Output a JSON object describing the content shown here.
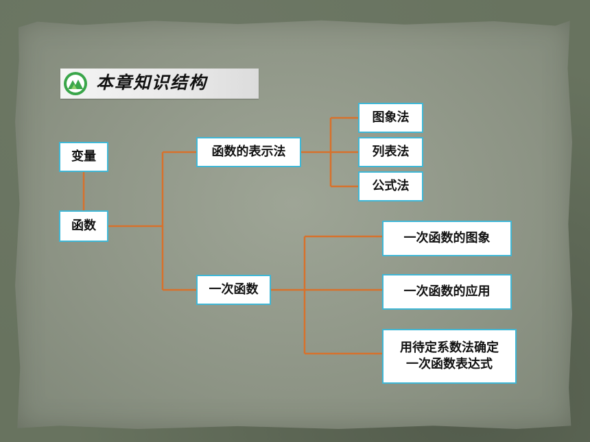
{
  "header": {
    "title": "本章知识结构",
    "icon": "mountain-logo-icon"
  },
  "colors": {
    "connector": "#d8712b",
    "node_border": "#3fb7d6",
    "node_fill": "#ffffff",
    "paper": "#9ea596",
    "frame": "#68735f"
  },
  "diagram": {
    "nodes": {
      "bianliang": "变量",
      "hanshu": "函数",
      "biaoshifa": "函数的表示法",
      "yicihanshu": "一次函数",
      "tuxiangfa": "图象法",
      "liebiaofa": "列表法",
      "gongshifa": "公式法",
      "yici_tuxiang": "一次函数的图象",
      "yici_yingyong": "一次函数的应用",
      "daidingxishu": "用待定系数法确定\n一次函数表达式"
    }
  }
}
